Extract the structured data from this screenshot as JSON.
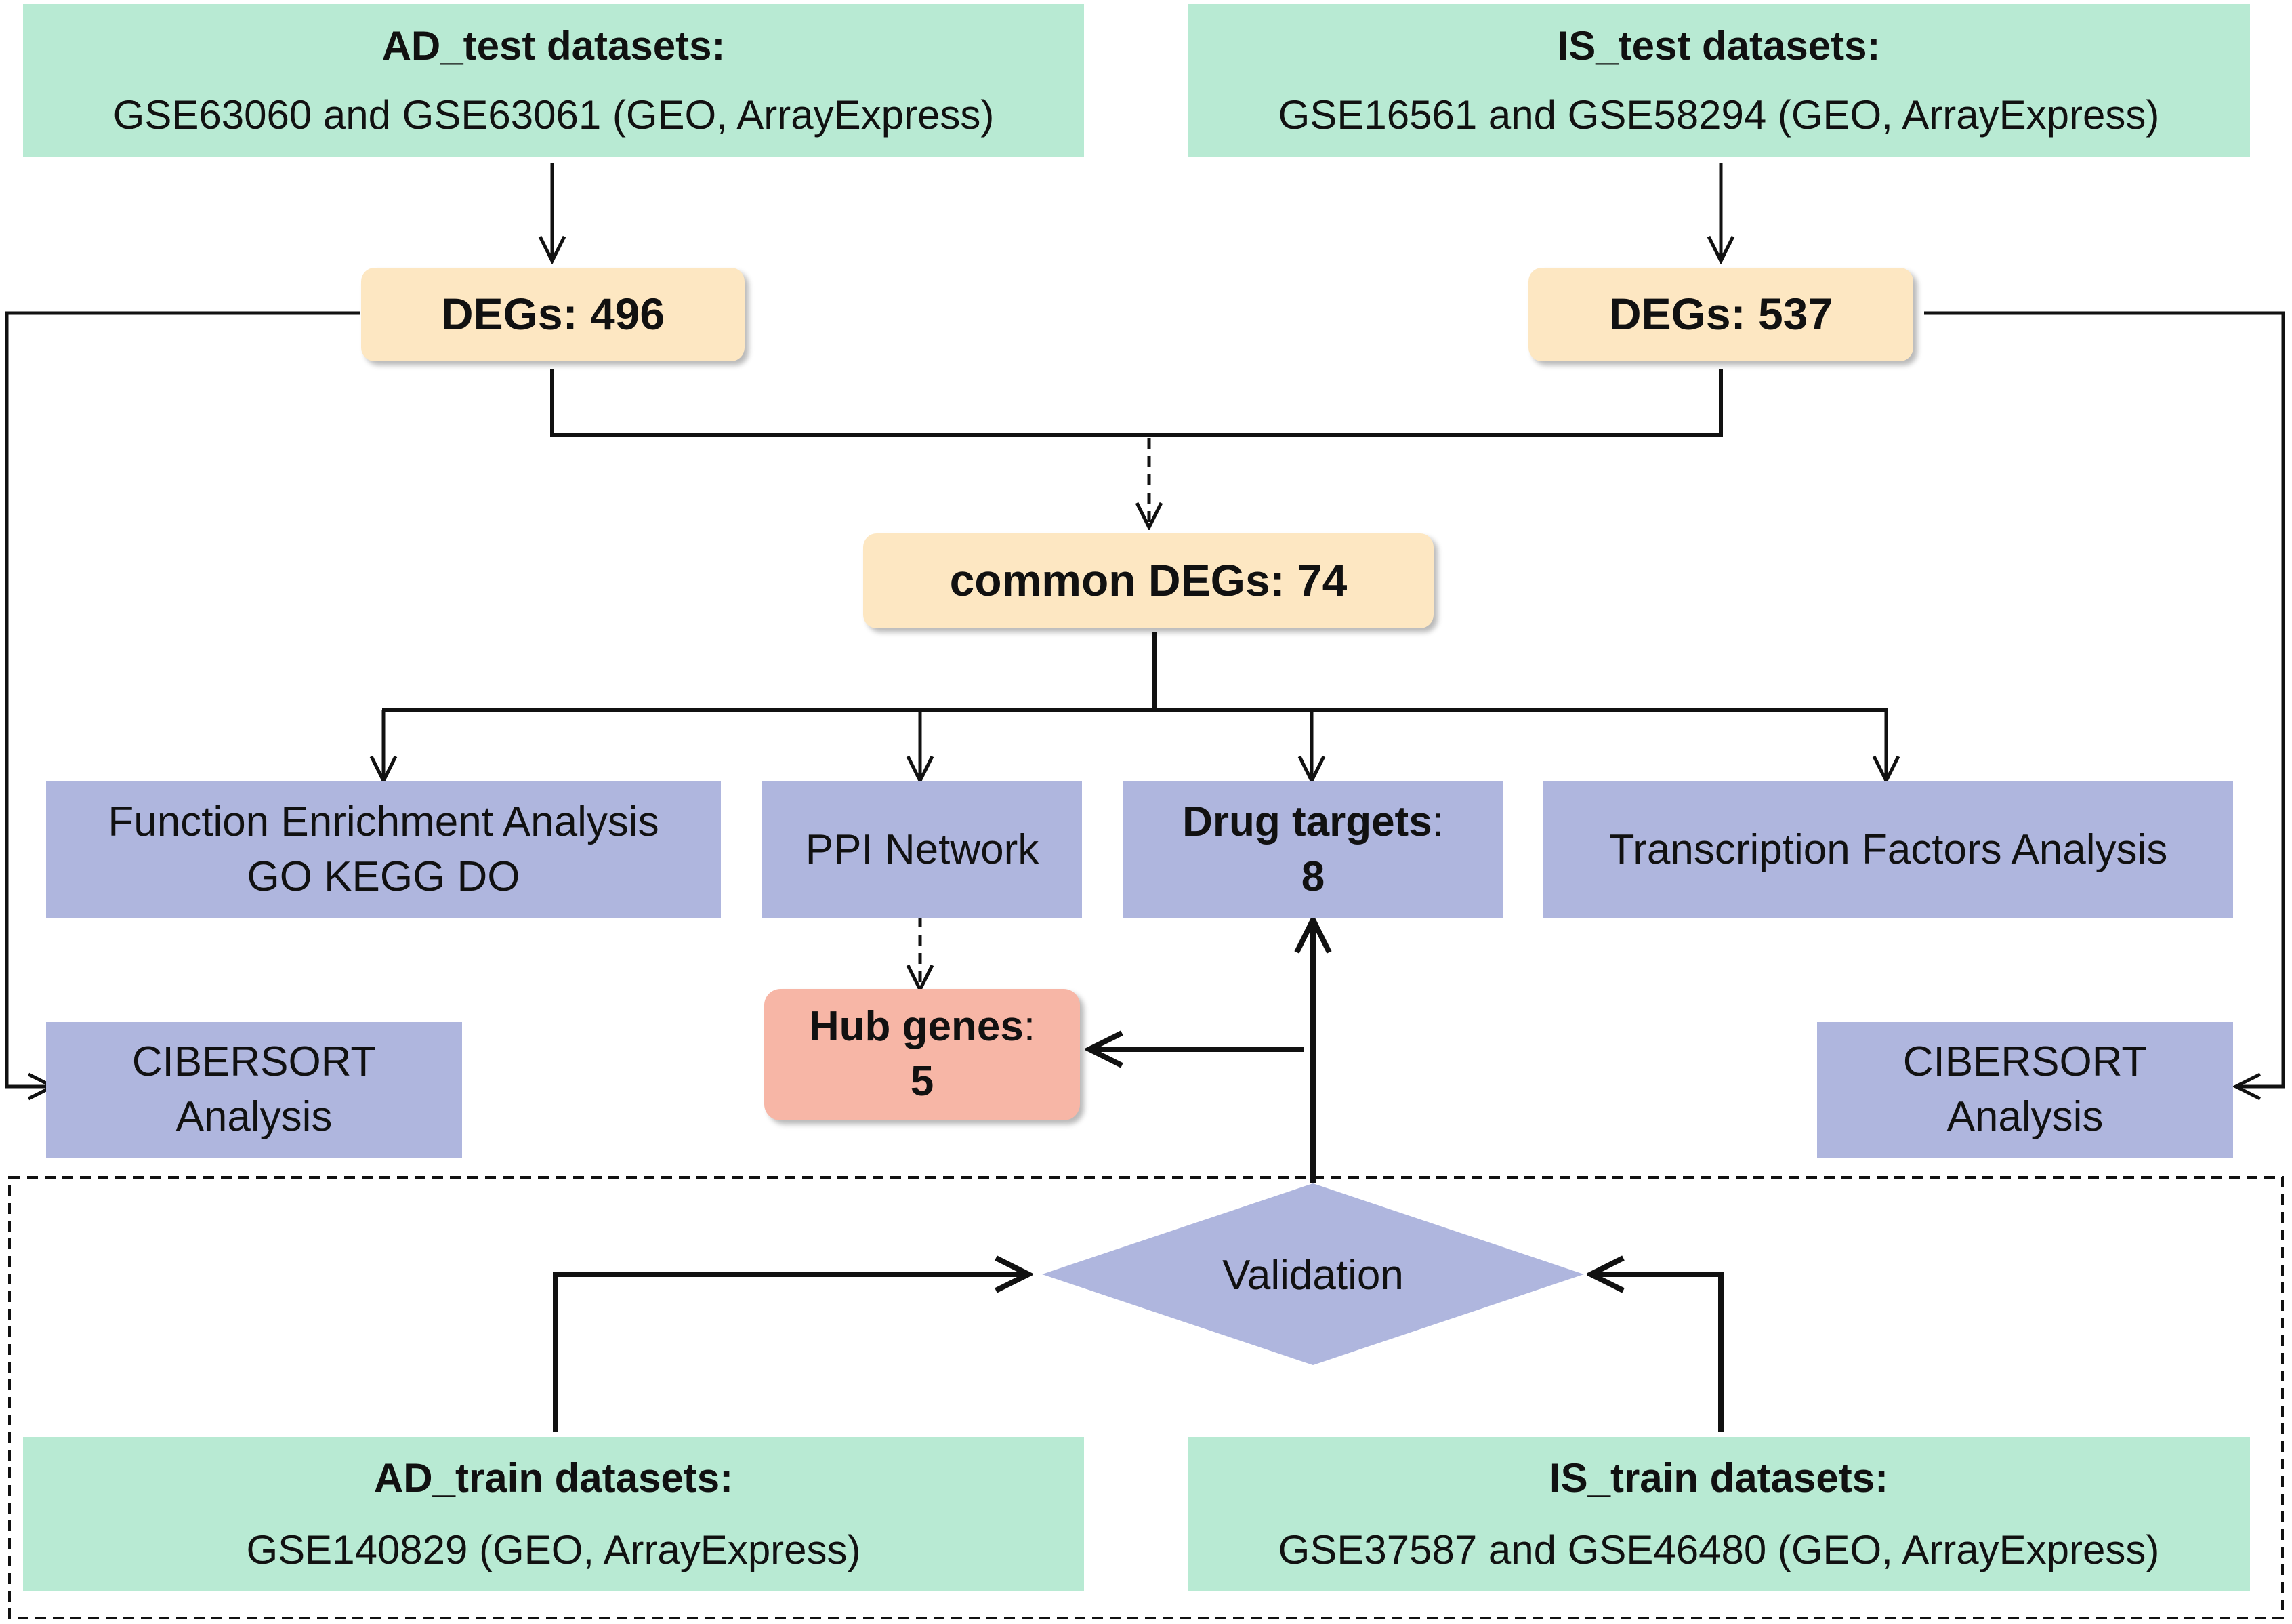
{
  "colors": {
    "dataset": "#b8ead3",
    "degs": "#fde7c2",
    "analysis": "#afb6de",
    "hub": "#f7b6a6",
    "line": "#111111"
  },
  "ad_test": {
    "title": "AD_test datasets:",
    "subtitle": "GSE63060 and GSE63061 (GEO, ArrayExpress)"
  },
  "is_test": {
    "title": "IS_test datasets:",
    "subtitle": "GSE16561 and GSE58294 (GEO, ArrayExpress)"
  },
  "degs_ad": {
    "label": "DEGs: 496"
  },
  "degs_is": {
    "label": "DEGs: 537"
  },
  "common_degs": {
    "label": "common DEGs: 74"
  },
  "function_enrichment": {
    "line1": "Function Enrichment Analysis",
    "line2": "GO KEGG DO"
  },
  "ppi_network": {
    "label": "PPI Network"
  },
  "drug_targets": {
    "title": "Drug targets",
    "colon": ":",
    "value": "8"
  },
  "transcription_factors": {
    "label": "Transcription Factors Analysis"
  },
  "hub_genes": {
    "title": "Hub genes",
    "colon": ":",
    "value": "5"
  },
  "cibersort_left": {
    "line1": "CIBERSORT",
    "line2": "Analysis"
  },
  "cibersort_right": {
    "line1": "CIBERSORT",
    "line2": "Analysis"
  },
  "validation": {
    "label": "Validation"
  },
  "ad_train": {
    "title": "AD_train datasets:",
    "subtitle": "GSE140829 (GEO, ArrayExpress)"
  },
  "is_train": {
    "title": "IS_train datasets:",
    "subtitle": "GSE37587 and GSE46480 (GEO, ArrayExpress)"
  }
}
